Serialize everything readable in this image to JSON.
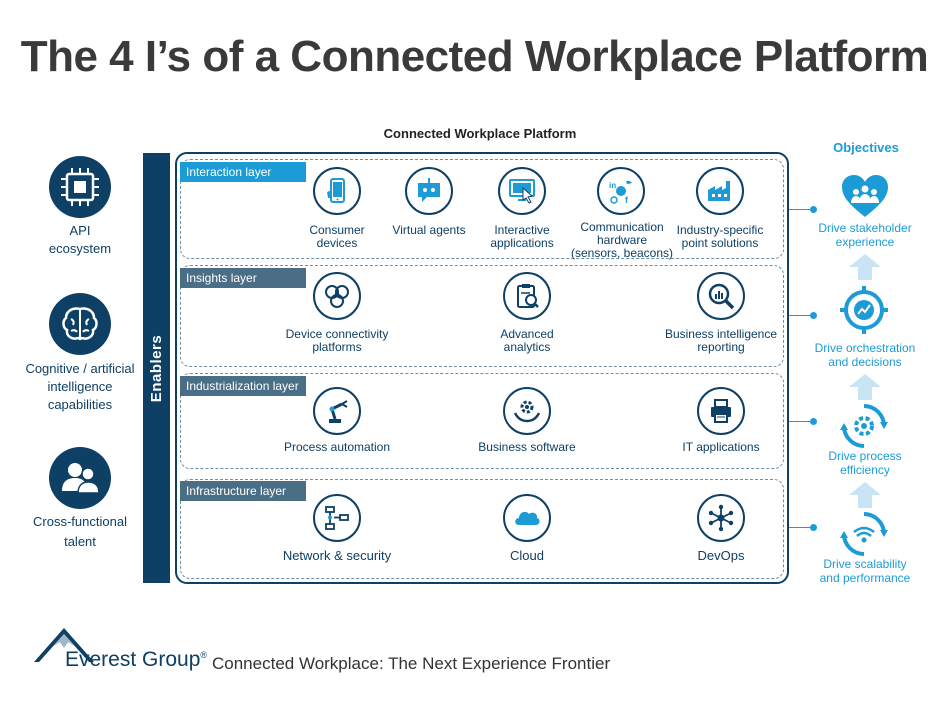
{
  "title": "The 4 I’s of a Connected Workplace Platform",
  "platform_title": "Connected Workplace Platform",
  "enablers_label": "Enablers",
  "enablers": [
    {
      "label": "API\necosystem",
      "icon": "chip-icon"
    },
    {
      "label": "Cognitive / artificial\nintelligence\ncapabilities",
      "icon": "brain-icon"
    },
    {
      "label": "Cross-functional\ntalent",
      "icon": "people-icon"
    }
  ],
  "layers": [
    {
      "name": "Interaction layer",
      "items": [
        {
          "label": "Consumer\ndevices",
          "icon": "phone-icon"
        },
        {
          "label": "Virtual agents",
          "icon": "chatbot-icon"
        },
        {
          "label": "Interactive\napplications",
          "icon": "touch-screen-icon"
        },
        {
          "label": "Communication\nhardware\n(sensors, beacons)",
          "icon": "social-hub-icon"
        },
        {
          "label": "Industry-specific\npoint solutions",
          "icon": "factory-icon"
        }
      ]
    },
    {
      "name": "Insights layer",
      "items": [
        {
          "label": "Device connectivity\nplatforms",
          "icon": "connectivity-icon"
        },
        {
          "label": "Advanced\nanalytics",
          "icon": "clipboard-analytics-icon"
        },
        {
          "label": "Business intelligence\nreporting",
          "icon": "magnifier-chart-icon"
        }
      ]
    },
    {
      "name": "Industrialization layer",
      "items": [
        {
          "label": "Process automation",
          "icon": "robot-arm-icon"
        },
        {
          "label": "Business software",
          "icon": "gear-hands-icon"
        },
        {
          "label": "IT applications",
          "icon": "printer-icon"
        }
      ]
    },
    {
      "name": "Infrastructure layer",
      "items": [
        {
          "label": "Network & security",
          "icon": "network-flow-icon"
        },
        {
          "label": "Cloud",
          "icon": "cloud-icon"
        },
        {
          "label": "DevOps",
          "icon": "hub-icon"
        }
      ]
    }
  ],
  "objectives_title": "Objectives",
  "objectives": [
    {
      "label": "Drive stakeholder\nexperience",
      "icon": "heart-people-icon"
    },
    {
      "label": "Drive orchestration\nand decisions",
      "icon": "target-icon"
    },
    {
      "label": "Drive process\nefficiency",
      "icon": "gear-cycle-icon"
    },
    {
      "label": "Drive scalability\nand performance",
      "icon": "wifi-cycle-icon"
    }
  ],
  "footer": {
    "logo_text": "Everest Group",
    "logo_mark": "®",
    "caption": "Connected Workplace: The Next Experience Frontier"
  },
  "colors": {
    "navy": "#0e3f64",
    "light_blue": "#1d9bd6",
    "interaction_tag": "#1d9bd6",
    "other_tag": "#4a6e86"
  }
}
